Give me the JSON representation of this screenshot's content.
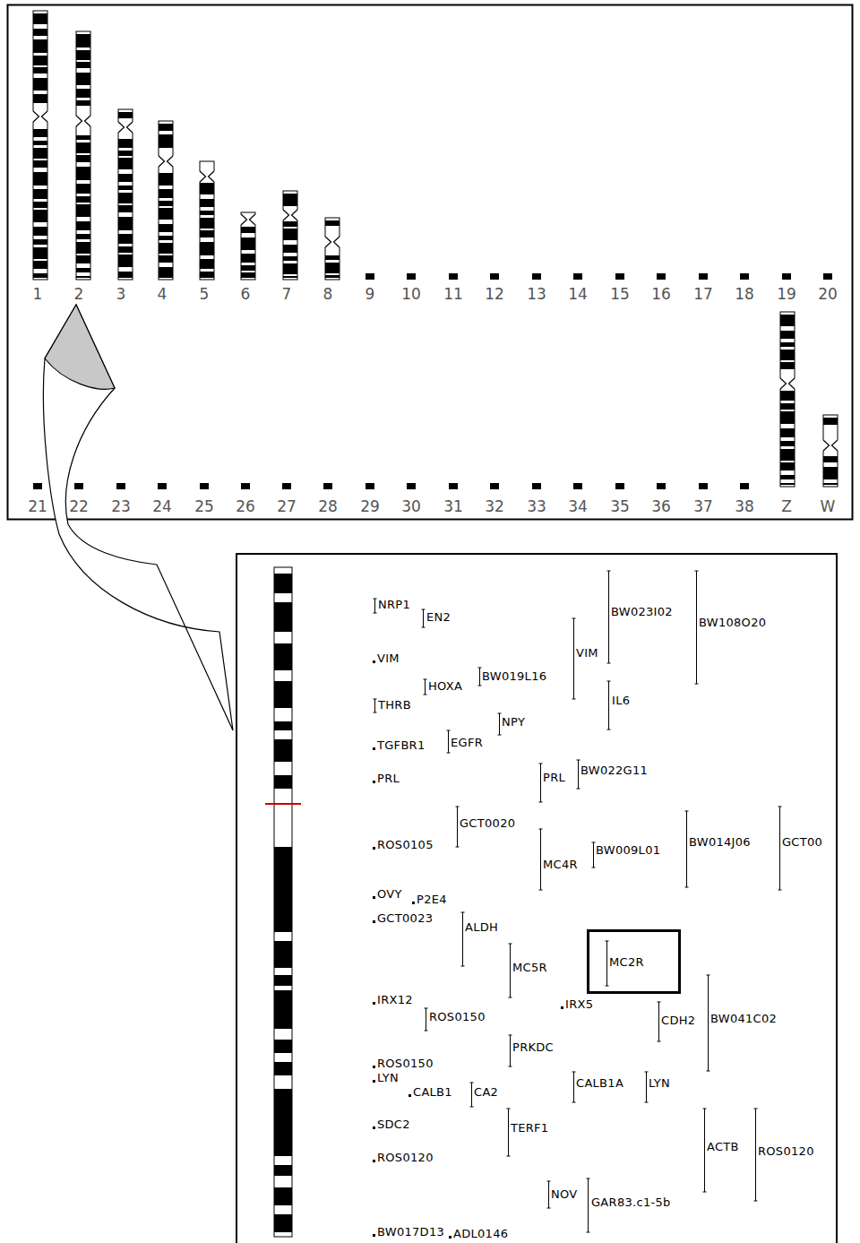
{
  "diagram": {
    "nodes": [
      {
        "text": [
          "MC2R"
        ]
      }
    ],
    "labels": [
      "1",
      "2",
      "3",
      "4",
      "5",
      "6",
      "7",
      "8",
      "9",
      "10",
      "11",
      "12",
      "13",
      "14",
      "15",
      "16",
      "17",
      "18",
      "19",
      "20",
      "21",
      "22",
      "23",
      "24",
      "25",
      "26",
      "27",
      "28",
      "29",
      "30",
      "31",
      "32",
      "33",
      "34",
      "35",
      "36",
      "37",
      "38",
      "Z",
      "W",
      "NRP1",
      "EN2",
      "BW023I02",
      "BW108O20",
      "VIM",
      "VIM",
      "HOXA",
      "BW019L16",
      "IL6",
      "THRB",
      "NPY",
      "TGFBR1",
      "EGFR",
      "PRL",
      "PRL",
      "BW022G11",
      "GCT0020",
      "ROS0105",
      "BW014J06",
      "GCT00",
      "BW009L01",
      "MC4R",
      "OVY",
      "P2E4",
      "GCT0023",
      "ALDH",
      "MC5R",
      "IRX12",
      "IRX5",
      "CDH2",
      "BW041C02",
      "ROS0150",
      "PRKDC",
      "ROS0150",
      "LYN",
      "CALB1A",
      "LYN",
      "CALB1",
      "CA2",
      "SDC2",
      "TERF1",
      "ACTB",
      "ROS0120",
      "ROS0120",
      "NOV",
      "GAR83.c1-5b",
      "BW017D13",
      "ADL0146"
    ]
  }
}
